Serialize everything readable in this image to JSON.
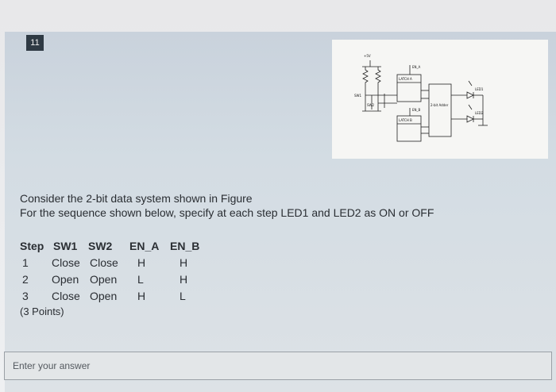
{
  "question": {
    "number": "11",
    "line1": "Consider the 2-bit data system shown in Figure",
    "line2": "For the sequence shown below, specify at each step LED1 and LED2 as ON or OFF",
    "points": "(3 Points)"
  },
  "figure": {
    "labels": {
      "vcc": "+5V",
      "en_a": "EN_A",
      "en_b": "EN_B",
      "latch_a": "LATCH A",
      "latch_b": "LATCH B",
      "adder": "2-bit Adder",
      "led1": "LED1",
      "led2": "LED2",
      "sw1": "SW1",
      "sw2": "SW2"
    }
  },
  "table": {
    "headers": [
      "Step",
      "SW1",
      "SW2",
      "EN_A",
      "EN_B"
    ],
    "rows": [
      [
        "1",
        "Close",
        "Close",
        "H",
        "H"
      ],
      [
        "2",
        "Open",
        "Open",
        "L",
        "H"
      ],
      [
        "3",
        "Close",
        "Open",
        "H",
        "L"
      ]
    ]
  },
  "answer": {
    "placeholder": "Enter your answer"
  }
}
